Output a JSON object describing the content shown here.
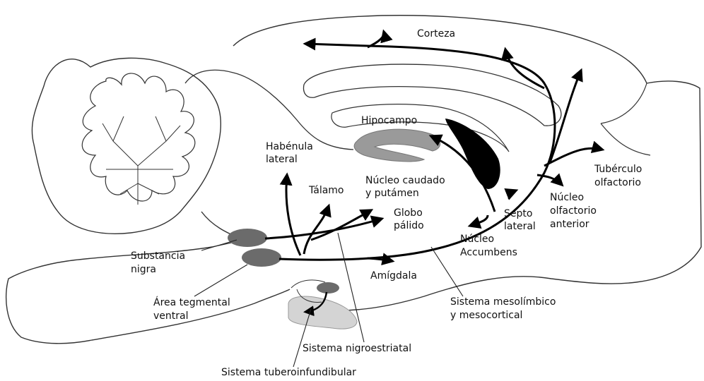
{
  "labels": {
    "corteza": "Corteza",
    "hipocampo": "Hipocampo",
    "habenula_1": "Habénula",
    "habenula_2": "lateral",
    "talamo": "Tálamo",
    "caudado_1": "Núcleo caudado",
    "caudado_2": "y putámen",
    "globo_1": "Globo",
    "globo_2": "pálido",
    "substancia_1": "Substancia",
    "substancia_2": "nigra",
    "area_1": "Área tegmental",
    "area_2": "ventral",
    "amigdala": "Amígdala",
    "accumbens_1": "Núcleo",
    "accumbens_2": "Accumbens",
    "septo_1": "Septo",
    "septo_2": "lateral",
    "olf_ant_1": "Núcleo",
    "olf_ant_2": "olfactorio",
    "olf_ant_3": "anterior",
    "tuberculo_1": "Tubérculo",
    "tuberculo_2": "olfactorio",
    "mesolimbico_1": "Sistema mesolímbico",
    "mesolimbico_2": "y mesocortical",
    "nigroestriatal": "Sistema nigroestriatal",
    "tuberoinfundibular": "Sistema tuberoinfundibular"
  },
  "colors": {
    "outline": "#333333",
    "tract": "#000000",
    "nucleus_fill": "#6b6b6b",
    "hippocampus_fill": "#9a9a9a",
    "pituitary_fill": "#d4d4d4",
    "ventricle_fill": "#000000"
  }
}
